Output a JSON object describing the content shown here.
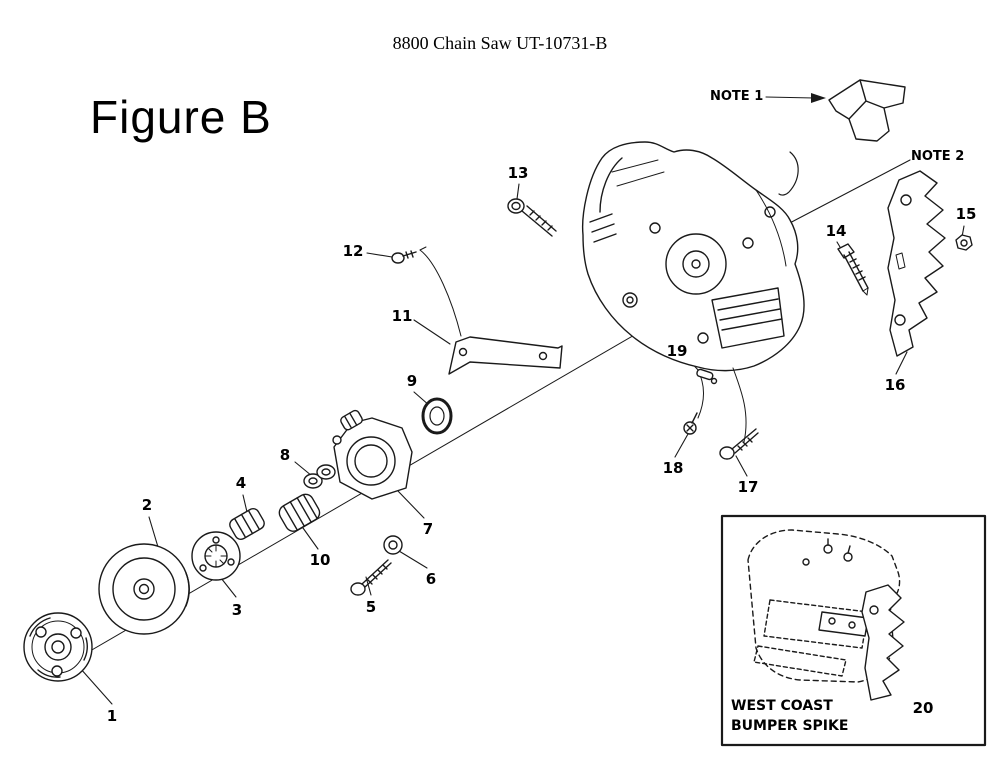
{
  "page": {
    "title": "8800 Chain Saw UT-10731-B",
    "figure_label": "Figure B"
  },
  "notes": {
    "note1": "NOTE 1",
    "note2": "NOTE 2"
  },
  "inset": {
    "caption_line1": "WEST COAST",
    "caption_line2": "BUMPER SPIKE"
  },
  "callouts": [
    {
      "label": "1"
    },
    {
      "label": "2"
    },
    {
      "label": "3"
    },
    {
      "label": "4"
    },
    {
      "label": "5"
    },
    {
      "label": "6"
    },
    {
      "label": "7"
    },
    {
      "label": "8"
    },
    {
      "label": "9"
    },
    {
      "label": "10"
    },
    {
      "label": "11"
    },
    {
      "label": "12"
    },
    {
      "label": "13"
    },
    {
      "label": "14"
    },
    {
      "label": "15"
    },
    {
      "label": "16"
    },
    {
      "label": "17"
    },
    {
      "label": "18"
    },
    {
      "label": "19"
    },
    {
      "label": "20"
    }
  ],
  "colors": {
    "ink": "#1a1a1a",
    "background": "#ffffff"
  }
}
